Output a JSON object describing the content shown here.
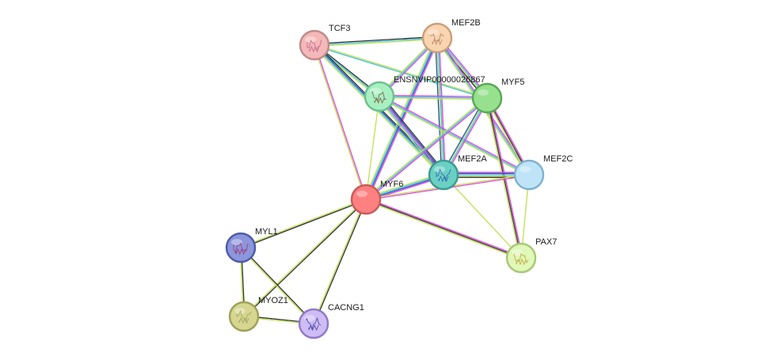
{
  "network": {
    "nodes": [
      {
        "id": "MYF6",
        "label": "MYF6",
        "color": "#ff8080",
        "stroke": "#c95a5a",
        "image": false
      },
      {
        "id": "TCF3",
        "label": "TCF3",
        "color": "#f4b8b8",
        "stroke": "#c08a8a",
        "image": true,
        "glyph": "#c0608a"
      },
      {
        "id": "MEF2B",
        "label": "MEF2B",
        "color": "#f9d4b0",
        "stroke": "#c9a07a",
        "image": true,
        "glyph": "#b08060"
      },
      {
        "id": "ENSNVIP00000026867",
        "label": "ENSNVIP00000026867",
        "color": "#a8f0c4",
        "stroke": "#6cc08c",
        "image": true,
        "glyph": "#7a5a3a"
      },
      {
        "id": "MYF5",
        "label": "MYF5",
        "color": "#96e08e",
        "stroke": "#5aa856",
        "image": false
      },
      {
        "id": "MEF2A",
        "label": "MEF2A",
        "color": "#6ad0c4",
        "stroke": "#3d9a8f",
        "image": true,
        "glyph": "#2a5fb0"
      },
      {
        "id": "MEF2C",
        "label": "MEF2C",
        "color": "#bfe4f8",
        "stroke": "#7fb2d0",
        "image": false
      },
      {
        "id": "PAX7",
        "label": "PAX7",
        "color": "#e0f8b8",
        "stroke": "#a6c878",
        "image": true,
        "glyph": "#c0a030"
      },
      {
        "id": "MYL1",
        "label": "MYL1",
        "color": "#8c96dc",
        "stroke": "#4e5aa8",
        "image": true,
        "glyph": "#a0306a"
      },
      {
        "id": "MYOZ1",
        "label": "MYOZ1",
        "color": "#d6d690",
        "stroke": "#a0a05a",
        "image": true,
        "glyph": "#a0a060"
      },
      {
        "id": "CACNG1",
        "label": "CACNG1",
        "color": "#cebcf4",
        "stroke": "#9078c8",
        "image": true,
        "glyph": "#3a3aa0"
      }
    ],
    "edge_colors": [
      "#e040e0",
      "#40c0e0",
      "#c0e050",
      "#2050c0",
      "#303030"
    ],
    "edges": [
      {
        "a": "TCF3",
        "b": "MEF2B",
        "types": [
          "#303030",
          "#40c0e0",
          "#c0e050"
        ]
      },
      {
        "a": "TCF3",
        "b": "ENSNVIP00000026867",
        "types": [
          "#303030",
          "#40c0e0",
          "#c0e050"
        ]
      },
      {
        "a": "TCF3",
        "b": "MYF5",
        "types": [
          "#c0e050",
          "#40c0e0"
        ]
      },
      {
        "a": "TCF3",
        "b": "MEF2A",
        "types": [
          "#303030",
          "#2050c0",
          "#40c0e0",
          "#c0e050"
        ]
      },
      {
        "a": "TCF3",
        "b": "MYF6",
        "types": [
          "#e040e0",
          "#c0e050"
        ]
      },
      {
        "a": "MEF2B",
        "b": "ENSNVIP00000026867",
        "types": [
          "#e040e0",
          "#40c0e0",
          "#c0e050"
        ]
      },
      {
        "a": "MEF2B",
        "b": "MYF5",
        "types": [
          "#e040e0",
          "#40c0e0",
          "#c0e050",
          "#303030"
        ]
      },
      {
        "a": "MEF2B",
        "b": "MEF2A",
        "types": [
          "#e040e0",
          "#40c0e0",
          "#c0e050",
          "#2050c0"
        ]
      },
      {
        "a": "MEF2B",
        "b": "MEF2C",
        "types": [
          "#e040e0",
          "#40c0e0",
          "#c0e050"
        ]
      },
      {
        "a": "MEF2B",
        "b": "MYF6",
        "types": [
          "#e040e0",
          "#2050c0",
          "#40c0e0",
          "#c0e050"
        ]
      },
      {
        "a": "ENSNVIP00000026867",
        "b": "MYF5",
        "types": [
          "#e040e0",
          "#40c0e0",
          "#c0e050"
        ]
      },
      {
        "a": "ENSNVIP00000026867",
        "b": "MEF2A",
        "types": [
          "#303030",
          "#2050c0",
          "#e040e0",
          "#40c0e0",
          "#c0e050"
        ]
      },
      {
        "a": "ENSNVIP00000026867",
        "b": "MEF2C",
        "types": [
          "#e040e0",
          "#40c0e0",
          "#c0e050"
        ]
      },
      {
        "a": "ENSNVIP00000026867",
        "b": "MYF6",
        "types": [
          "#c0e050"
        ]
      },
      {
        "a": "MYF5",
        "b": "MEF2A",
        "types": [
          "#e040e0",
          "#40c0e0",
          "#c0e050",
          "#2050c0"
        ]
      },
      {
        "a": "MYF5",
        "b": "MEF2C",
        "types": [
          "#e040e0",
          "#303030",
          "#c0e050"
        ]
      },
      {
        "a": "MYF5",
        "b": "MYF6",
        "types": [
          "#e040e0",
          "#40c0e0",
          "#c0e050"
        ]
      },
      {
        "a": "MYF5",
        "b": "PAX7",
        "types": [
          "#e040e0",
          "#303030",
          "#c0e050"
        ]
      },
      {
        "a": "MEF2A",
        "b": "MEF2C",
        "types": [
          "#e040e0",
          "#2050c0",
          "#40c0e0",
          "#c0e050",
          "#303030"
        ]
      },
      {
        "a": "MEF2A",
        "b": "MYF6",
        "types": [
          "#e040e0",
          "#2050c0",
          "#40c0e0",
          "#c0e050"
        ]
      },
      {
        "a": "MEF2A",
        "b": "PAX7",
        "types": [
          "#c0e050"
        ]
      },
      {
        "a": "MEF2C",
        "b": "MYF6",
        "types": [
          "#e040e0",
          "#c0e050"
        ]
      },
      {
        "a": "MEF2C",
        "b": "PAX7",
        "types": [
          "#c0e050"
        ]
      },
      {
        "a": "MYF6",
        "b": "PAX7",
        "types": [
          "#e040e0",
          "#303030",
          "#c0e050"
        ]
      },
      {
        "a": "MYF6",
        "b": "MYL1",
        "types": [
          "#303030",
          "#c0e050"
        ]
      },
      {
        "a": "MYF6",
        "b": "MYOZ1",
        "types": [
          "#303030",
          "#c0e050"
        ]
      },
      {
        "a": "MYF6",
        "b": "CACNG1",
        "types": [
          "#303030",
          "#c0e050"
        ]
      },
      {
        "a": "MYL1",
        "b": "MYOZ1",
        "types": [
          "#303030",
          "#c0e050"
        ]
      },
      {
        "a": "MYL1",
        "b": "CACNG1",
        "types": [
          "#303030",
          "#c0e050"
        ]
      },
      {
        "a": "MYOZ1",
        "b": "CACNG1",
        "types": [
          "#303030",
          "#c0e050"
        ]
      }
    ]
  }
}
